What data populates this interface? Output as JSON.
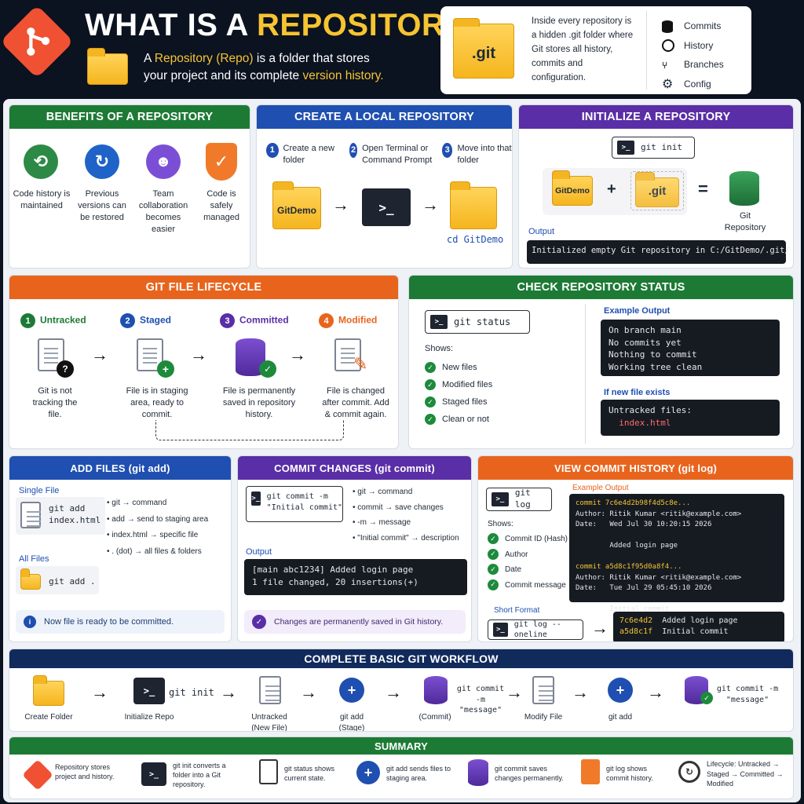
{
  "header": {
    "title_a": "WHAT IS A ",
    "title_b": "REPOSITORY?",
    "line1_a": "A ",
    "line1_hl": "Repository (Repo)",
    "line1_b": " is a folder that stores",
    "line2_a": "your project and its complete ",
    "line2_hl": "version history."
  },
  "gitcard": {
    "folder_label": ".git",
    "text": "Inside every repository is a hidden .git folder where Git stores all history, commits and configuration.",
    "items": [
      "Commits",
      "History",
      "Branches",
      "Config"
    ]
  },
  "benefits": {
    "title": "BENEFITS OF A REPOSITORY",
    "items": [
      "Code history is maintained",
      "Previous versions can be restored",
      "Team collaboration becomes easier",
      "Code is safely managed"
    ]
  },
  "create": {
    "title": "CREATE A LOCAL REPOSITORY",
    "steps": [
      {
        "n": "1",
        "t": "Create a new folder"
      },
      {
        "n": "2",
        "t": "Open Terminal or Command Prompt"
      },
      {
        "n": "3",
        "t": "Move into that folder"
      }
    ],
    "folder_label": "GitDemo",
    "term": ">_",
    "cmd": "cd GitDemo"
  },
  "init": {
    "title": "INITIALIZE A REPOSITORY",
    "cmd": "git init",
    "folder_label": "GitDemo",
    "git_label": ".git",
    "plus": "+",
    "eq": "=",
    "result": "Git Repository",
    "output_label": "Output",
    "output": "Initialized empty Git repository in C:/GitDemo/.git/"
  },
  "lifecycle": {
    "title": "GIT FILE LIFECYCLE",
    "stages": [
      {
        "n": "1",
        "name": "Untracked",
        "desc": "Git is not tracking the file."
      },
      {
        "n": "2",
        "name": "Staged",
        "desc": "File is in staging area, ready to commit."
      },
      {
        "n": "3",
        "name": "Committed",
        "desc": "File is permanently saved in repository history."
      },
      {
        "n": "4",
        "name": "Modified",
        "desc": "File is changed after commit. Add & commit again."
      }
    ]
  },
  "status": {
    "title": "CHECK REPOSITORY STATUS",
    "cmd": "git status",
    "shows_label": "Shows:",
    "shows": [
      "New files",
      "Modified files",
      "Staged files",
      "Clean or not"
    ],
    "example_label": "Example Output",
    "example": "On branch main\nNo commits yet\nNothing to commit\nWorking tree clean",
    "newfile_label": "If new file exists",
    "untracked_label": "Untracked files:",
    "untracked_file": "index.html"
  },
  "add": {
    "title": "ADD FILES (git add)",
    "single_label": "Single File",
    "single_cmd": "git add\nindex.html",
    "all_label": "All Files",
    "all_cmd": "git add .",
    "legend": [
      "git → command",
      "add → send to staging area",
      "index.html → specific file",
      ". (dot) → all files & folders"
    ],
    "note": "Now file is ready to be committed."
  },
  "commit": {
    "title": "COMMIT CHANGES (git commit)",
    "cmd": "git commit -m\n\"Initial commit\"",
    "legend": [
      "git → command",
      "commit → save changes",
      "-m → message",
      "\"Initial commit\" → description"
    ],
    "output_label": "Output",
    "output": "[main abc1234] Added login page\n1 file changed, 20 insertions(+)",
    "note": "Changes are permanently saved in Git history."
  },
  "log": {
    "title": "VIEW COMMIT HISTORY (git log)",
    "cmd": "git log",
    "shows_label": "Shows:",
    "shows": [
      "Commit ID (Hash)",
      "Author",
      "Date",
      "Commit message"
    ],
    "example_label": "Example Output",
    "c1": "commit 7c6e4d2b98f4d5c8e...",
    "c1a": "Author: Ritik Kumar <ritik@example.com>",
    "c1d": "Date:   Wed Jul 30 10:20:15 2026",
    "c1m": "        Added login page",
    "c2": "commit a5d8c1f95d0a8f4...",
    "c2a": "Author: Ritik Kumar <ritik@example.com>",
    "c2d": "Date:   Tue Jul 29 05:45:10 2026",
    "c2m": "        Initial commit",
    "short_label": "Short Format",
    "short_cmd": "git log --oneline",
    "s1h": "7c6e4d2",
    "s1m": "Added login page",
    "s2h": "a5d8c1f",
    "s2m": "Initial commit"
  },
  "workflow": {
    "title": "COMPLETE BASIC GIT WORKFLOW",
    "steps": [
      "Create Folder",
      "Initialize Repo",
      "Untracked (New File)",
      "git add (Stage)",
      "(Commit)",
      "Modify File",
      "git add",
      ""
    ],
    "init_cmd": "git init",
    "commit_cmd": "git commit -m \"message\"",
    "commit_cmd2": "git commit -m \"message\""
  },
  "summary": {
    "title": "SUMMARY",
    "items": [
      "Repository stores project and history.",
      "git init converts a folder into a Git repository.",
      "git status shows current state.",
      "git add sends files to staging area.",
      "git commit saves changes permanently.",
      "git log shows commit history.",
      "Lifecycle: Untracked → Staged → Committed → Modified"
    ]
  }
}
